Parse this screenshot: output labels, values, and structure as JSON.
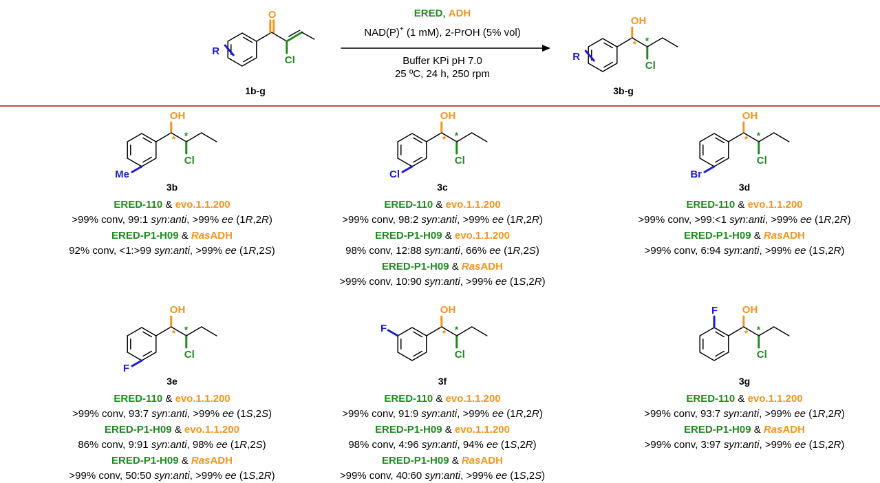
{
  "scheme": {
    "reactant_label": "1b-g",
    "product_label": "3b-g",
    "arrow_top_enzyme_1": "ERED",
    "arrow_top_separator": ", ",
    "arrow_top_enzyme_2": "ADH",
    "arrow_cofactor_prefix": "NAD(P)",
    "arrow_cofactor_sup": "+",
    "arrow_cofactor_suffix": " (1 mM), 2-PrOH (5% vol)",
    "arrow_bottom_1": "Buffer KPi pH 7.0",
    "arrow_bottom_2": "25 ºC, 24 h, 250 rpm",
    "r_group": "R",
    "atom_o": "O",
    "atom_oh": "OH",
    "atom_cl": "Cl",
    "stereo_mark": "*"
  },
  "colors": {
    "divider": "#c0504d",
    "ered": "#1e8a1e",
    "adh": "#f7941d",
    "substituent": "#1a1ad6"
  },
  "compounds": [
    {
      "label": "3b",
      "substituent": "Me",
      "entries": [
        {
          "ered": "ERED-110",
          "adh": "evo.1.1.200",
          "conv": ">99% conv, 99:1 ",
          "ee": ">99% ",
          "config_a": "R",
          "config_b": "R"
        },
        {
          "ered": "ERED-P1-H09",
          "adh_pre": "Ras",
          "adh": "ADH",
          "conv": "92% conv, <1:>99 ",
          "ee": ">99% ",
          "config_a": "R",
          "config_b": "S"
        }
      ]
    },
    {
      "label": "3c",
      "substituent": "Cl",
      "entries": [
        {
          "ered": "ERED-110",
          "adh": "evo.1.1.200",
          "conv": ">99% conv, 98:2 ",
          "ee": ">99% ",
          "config_a": "R",
          "config_b": "R"
        },
        {
          "ered": "ERED-P1-H09",
          "adh": "evo.1.1.200",
          "conv": "98% conv, 12:88 ",
          "ee": "66% ",
          "config_a": "R",
          "config_b": "S"
        },
        {
          "ered": "ERED-P1-H09",
          "adh_pre": "Ras",
          "adh": "ADH",
          "conv": ">99% conv, 10:90 ",
          "ee": ">99% ",
          "config_a": "S",
          "config_b": "R"
        }
      ]
    },
    {
      "label": "3d",
      "substituent": "Br",
      "entries": [
        {
          "ered": "ERED-110",
          "adh": "evo.1.1.200",
          "conv": ">99% conv, >99:<1 ",
          "ee": ">99% ",
          "config_a": "R",
          "config_b": "R"
        },
        {
          "ered": "ERED-P1-H09",
          "adh_pre": "Ras",
          "adh": "ADH",
          "conv": ">99% conv, 6:94 ",
          "ee": ">99% ",
          "config_a": "S",
          "config_b": "R"
        }
      ]
    },
    {
      "label": "3e",
      "substituent": "F",
      "entries": [
        {
          "ered": "ERED-110",
          "adh": "evo.1.1.200",
          "conv": ">99% conv, 93:7 ",
          "ee": ">99% ",
          "config_a": "S",
          "config_b": "S"
        },
        {
          "ered": "ERED-P1-H09",
          "adh": "evo.1.1.200",
          "conv": "86% conv, 9:91 ",
          "ee": "98% ",
          "config_a": "R",
          "config_b": "S"
        },
        {
          "ered": "ERED-P1-H09",
          "adh_pre": "Ras",
          "adh": "ADH",
          "conv": ">99% conv, 50:50 ",
          "ee": ">99% ",
          "config_a": "S",
          "config_b": "R"
        }
      ]
    },
    {
      "label": "3f",
      "substituent": "F",
      "entries": [
        {
          "ered": "ERED-110",
          "adh": "evo.1.1.200",
          "conv": ">99% conv, 91:9 ",
          "ee": ">99% ",
          "config_a": "R",
          "config_b": "R"
        },
        {
          "ered": "ERED-P1-H09",
          "adh": "evo.1.1.200",
          "conv": "98% conv, 4:96 ",
          "ee": "94% ",
          "config_a": "S",
          "config_b": "R"
        },
        {
          "ered": "ERED-P1-H09",
          "adh_pre": "Ras",
          "adh": "ADH",
          "conv": ">99% conv, 40:60 ",
          "ee": ">99% ",
          "config_a": "S",
          "config_b": "S"
        }
      ]
    },
    {
      "label": "3g",
      "substituent": "F",
      "entries": [
        {
          "ered": "ERED-110",
          "adh": "evo.1.1.200",
          "conv": ">99% conv, 93:7 ",
          "ee": ">99% ",
          "config_a": "R",
          "config_b": "R"
        },
        {
          "ered": "ERED-P1-H09",
          "adh_pre": "Ras",
          "adh": "ADH",
          "conv": ">99% conv, 3:97 ",
          "ee": ">99% ",
          "config_a": "S",
          "config_b": "R"
        }
      ]
    }
  ],
  "text_parts": {
    "amp": " & ",
    "syn": "syn",
    "colon": ":",
    "anti": "anti",
    "ee_sep": ", ",
    "ee_word": "ee",
    "config_open": " (1",
    "config_mid": ",2",
    "config_close": ")"
  }
}
